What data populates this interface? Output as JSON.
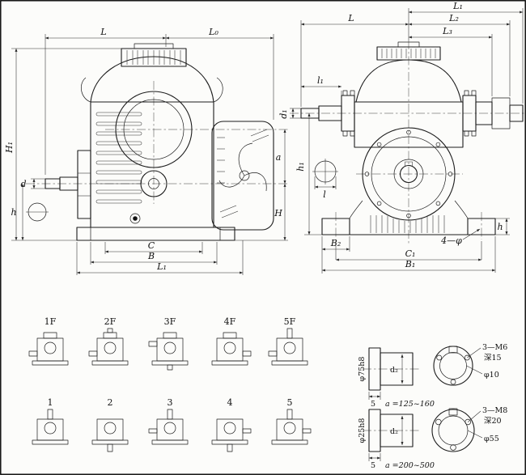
{
  "drawing": {
    "side_view": {
      "L": "L",
      "L0": "L₀",
      "H1": "H₁",
      "d": "d",
      "h": "h",
      "a": "a",
      "H": "H",
      "C": "C",
      "B": "B",
      "L1": "L₁"
    },
    "front_view": {
      "L1": "L₁",
      "L": "L",
      "L2": "L₂",
      "L3": "L₃",
      "l1": "l₁",
      "d1": "d₁",
      "h1": "h₁",
      "l": "l",
      "B2": "B₂",
      "C1": "C₁",
      "B1": "B₁",
      "foot_holes": "4—φ",
      "h": "h"
    },
    "variants": {
      "top": [
        "1F",
        "2F",
        "3F",
        "4F",
        "5F"
      ],
      "bottom": [
        "1",
        "2",
        "3",
        "4",
        "5"
      ]
    },
    "shaft_details": [
      {
        "bore": "φ75h8",
        "hub": "d₂",
        "step": "5",
        "range": "a =125~160",
        "thread": "3—M6",
        "depth": "深15",
        "pilot": "φ10"
      },
      {
        "bore": "φ25h8",
        "hub": "d₂",
        "step": "5",
        "range": "a =200~500",
        "thread": "3—M8",
        "depth": "深20",
        "pilot": "φ55"
      }
    ]
  }
}
